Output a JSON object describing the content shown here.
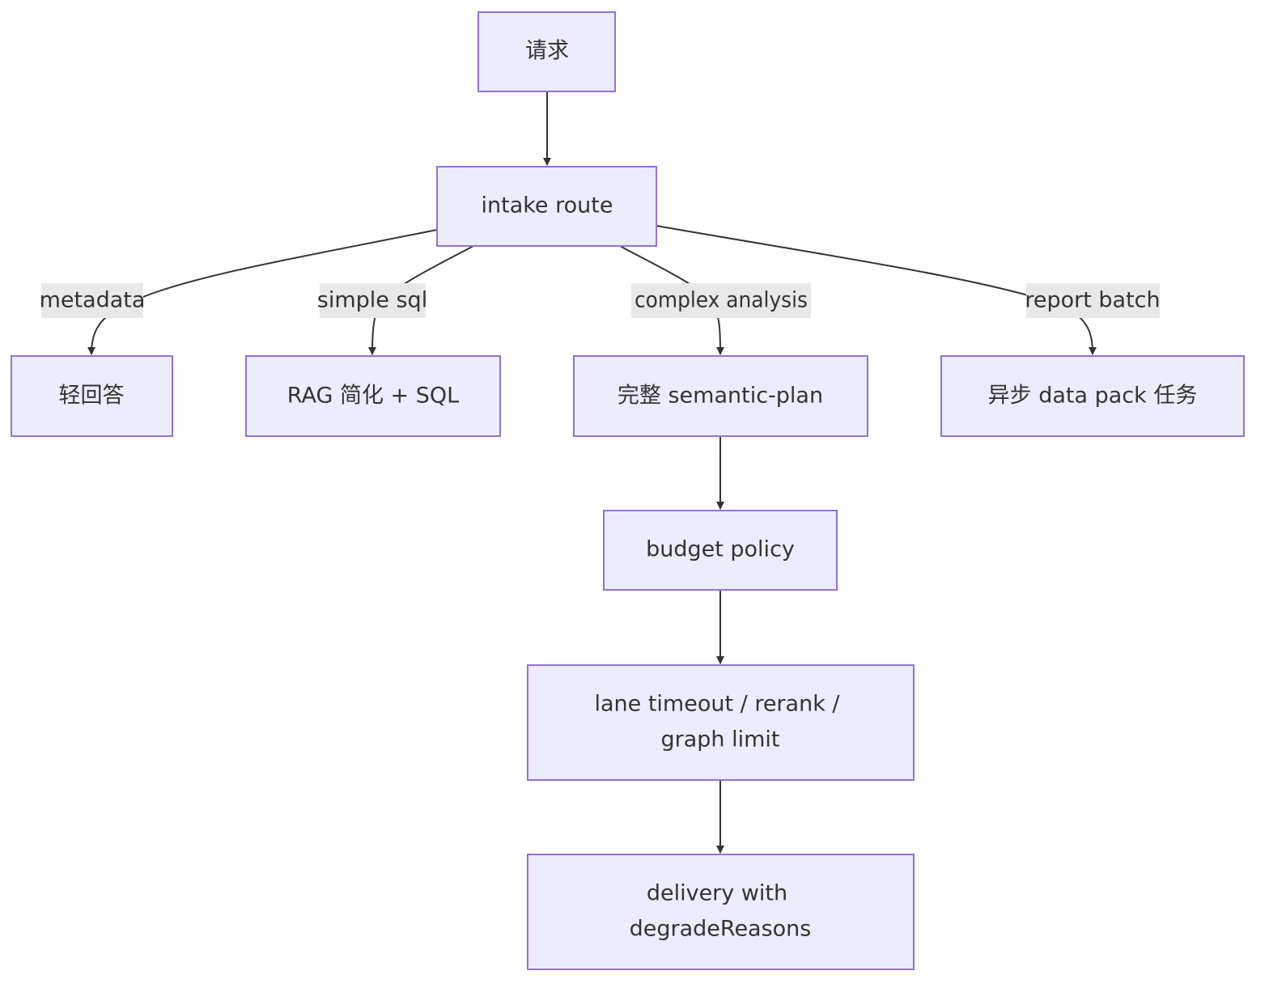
{
  "nodes": {
    "request": [
      "请求"
    ],
    "intake": [
      "intake route"
    ],
    "light": [
      "轻回答"
    ],
    "rag": [
      "RAG 简化 + SQL"
    ],
    "semantic": [
      "完整 semantic-plan"
    ],
    "async": [
      "异步 data pack 任务"
    ],
    "budget": [
      "budget policy"
    ],
    "lane": [
      "lane timeout / rerank /",
      "graph limit"
    ],
    "delivery": [
      "delivery with",
      "degradeReasons"
    ]
  },
  "edge_labels": {
    "metadata": "metadata",
    "simple_sql": "simple sql",
    "complex_analysis": "complex analysis",
    "report_batch": "report batch"
  },
  "colors": {
    "node_fill": "#ECECFF",
    "node_stroke": "#9370DB",
    "edge": "#333333",
    "label_bg": "#e8e8e8",
    "text": "#333333"
  }
}
